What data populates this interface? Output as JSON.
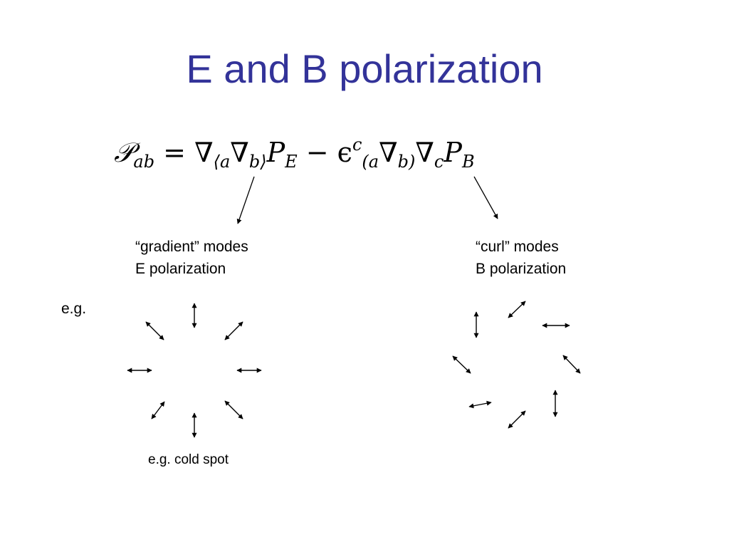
{
  "title": "E and B polarization",
  "equation": {
    "lhs": "𝒫",
    "lhs_sub": "ab",
    "eq": " = ∇",
    "sub1": "⟨a",
    "nabla2": "∇",
    "sub2": "b⟩",
    "pe": "P",
    "pe_sub": "E",
    "minus": " − ϵ",
    "sup_c": "c",
    "sub3": "(a",
    "nabla3": "∇",
    "sub4": "b)",
    "nabla4": "∇",
    "sub5": "c",
    "pb": "P",
    "pb_sub": "B"
  },
  "e_mode": {
    "line1": "“gradient” modes",
    "line2": "E polarization"
  },
  "b_mode": {
    "line1": "“curl” modes",
    "line2": "B polarization"
  },
  "example_label": "e.g.",
  "caption": "e.g. cold spot"
}
